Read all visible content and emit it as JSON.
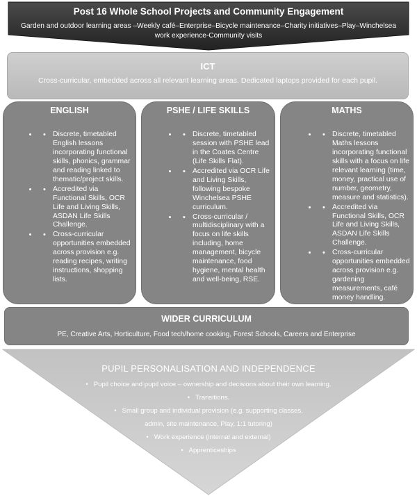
{
  "banner": {
    "title": "Post 16 Whole School Projects and Community Engagement",
    "subtitle": "Garden and outdoor learning areas –Weekly café–Enterprise–Bicycle maintenance–Charity initiatives–Play–Winchelsea work experience-Community visits"
  },
  "ict": {
    "title": "ICT",
    "description": "Cross-curricular, embedded across all relevant learning areas. Dedicated laptops provided for each pupil."
  },
  "english": {
    "title": "ENGLISH",
    "items": [
      "Discrete, timetabled English lessons incorporating functional skills, phonics, grammar and reading linked to thematic/project skills.",
      "Accredited via Functional Skills, OCR Life and Living Skills, ASDAN Life Skills Challenge.",
      "Cross-curricular opportunities embedded across provision e.g. reading recipes, writing instructions, shopping lists."
    ]
  },
  "pshe": {
    "title": "PSHE / LIFE SKILLS",
    "items": [
      "Discrete, timetabled session with PSHE lead in the Coates Centre (Life Skills Flat).",
      "Accredited via OCR Life and Living Skills, following bespoke Winchelsea PSHE curriculum.",
      "Cross-curricular / multidisciplinary with a focus on life skills including, home management, bicycle maintenance, food hygiene, mental health and well-being, RSE."
    ]
  },
  "maths": {
    "title": "MATHS",
    "items": [
      "Discrete, timetabled Maths lessons incorporating functional skills with a focus on life relevant learning (time, money, practical use of number, geometry, measure and statistics).",
      "Accredited via Functional Skills, OCR Life and Living Skills, ASDAN Life Skills Challenge.",
      "Cross-curricular opportunities embedded across provision e.g. gardening measurements, café money handling."
    ]
  },
  "wider": {
    "title": "WIDER CURRICULUM",
    "description": "PE, Creative Arts, Horticulture, Food tech/home cooking, Forest Schools, Careers and Enterprise"
  },
  "personalisation": {
    "title": "PUPIL PERSONALISATION AND INDEPENDENCE",
    "items": [
      "Pupil choice and pupil voice – ownership and decisions about their own learning.",
      "Transitions.",
      "Small group and individual provision (e.g. supporting classes,",
      "admin, site maintenance, Play, 1:1 tutoring)",
      "Work experience (internal and external)",
      "Apprenticeships"
    ],
    "bullets": [
      true,
      true,
      true,
      false,
      true,
      true
    ]
  },
  "colors": {
    "banner_top": "#484848",
    "banner_bottom": "#262626",
    "ict_fill": "#c4c4c4",
    "subject_fill": "#858585",
    "triangle_fill": "#c9c9c9"
  }
}
